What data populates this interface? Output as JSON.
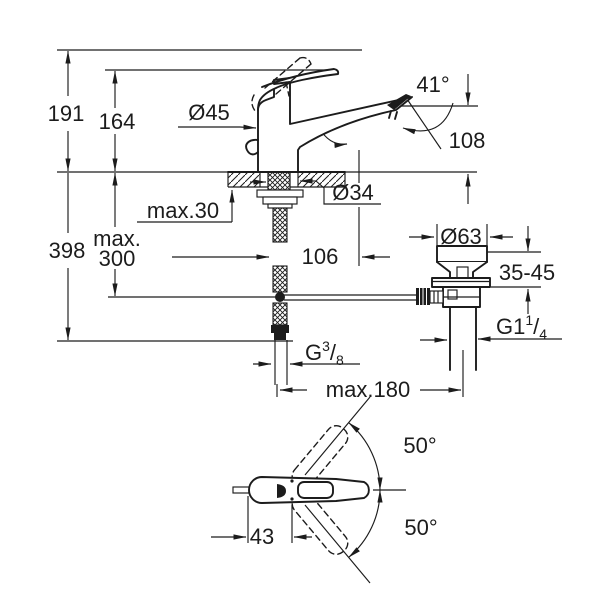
{
  "colors": {
    "background": "#ffffff",
    "line": "#1c1c1c"
  },
  "dims": {
    "height_above_deck": "191",
    "height_body": "164",
    "overall_height": "398",
    "mount_depth_line1": "max.",
    "mount_depth_line2": "300",
    "deck_thickness_max": "max.30",
    "body_diameter": "Ø45",
    "spout_angle": "41°",
    "spout_outlet_height": "108",
    "hole_diameter": "Ø34",
    "spout_projection": "106",
    "waste_cap_diameter": "Ø63",
    "basin_clamp_range": "35-45",
    "waste_thread": {
      "base": "G1",
      "sup": "1",
      "sep": "/",
      "sub": "4"
    },
    "supply_thread": {
      "base": "G",
      "sup": "3",
      "sep": "/",
      "sub": "8"
    },
    "hole_distance_max": "max.180",
    "swivel_up": "50°",
    "swivel_down": "50°",
    "handle_offset": "43"
  }
}
